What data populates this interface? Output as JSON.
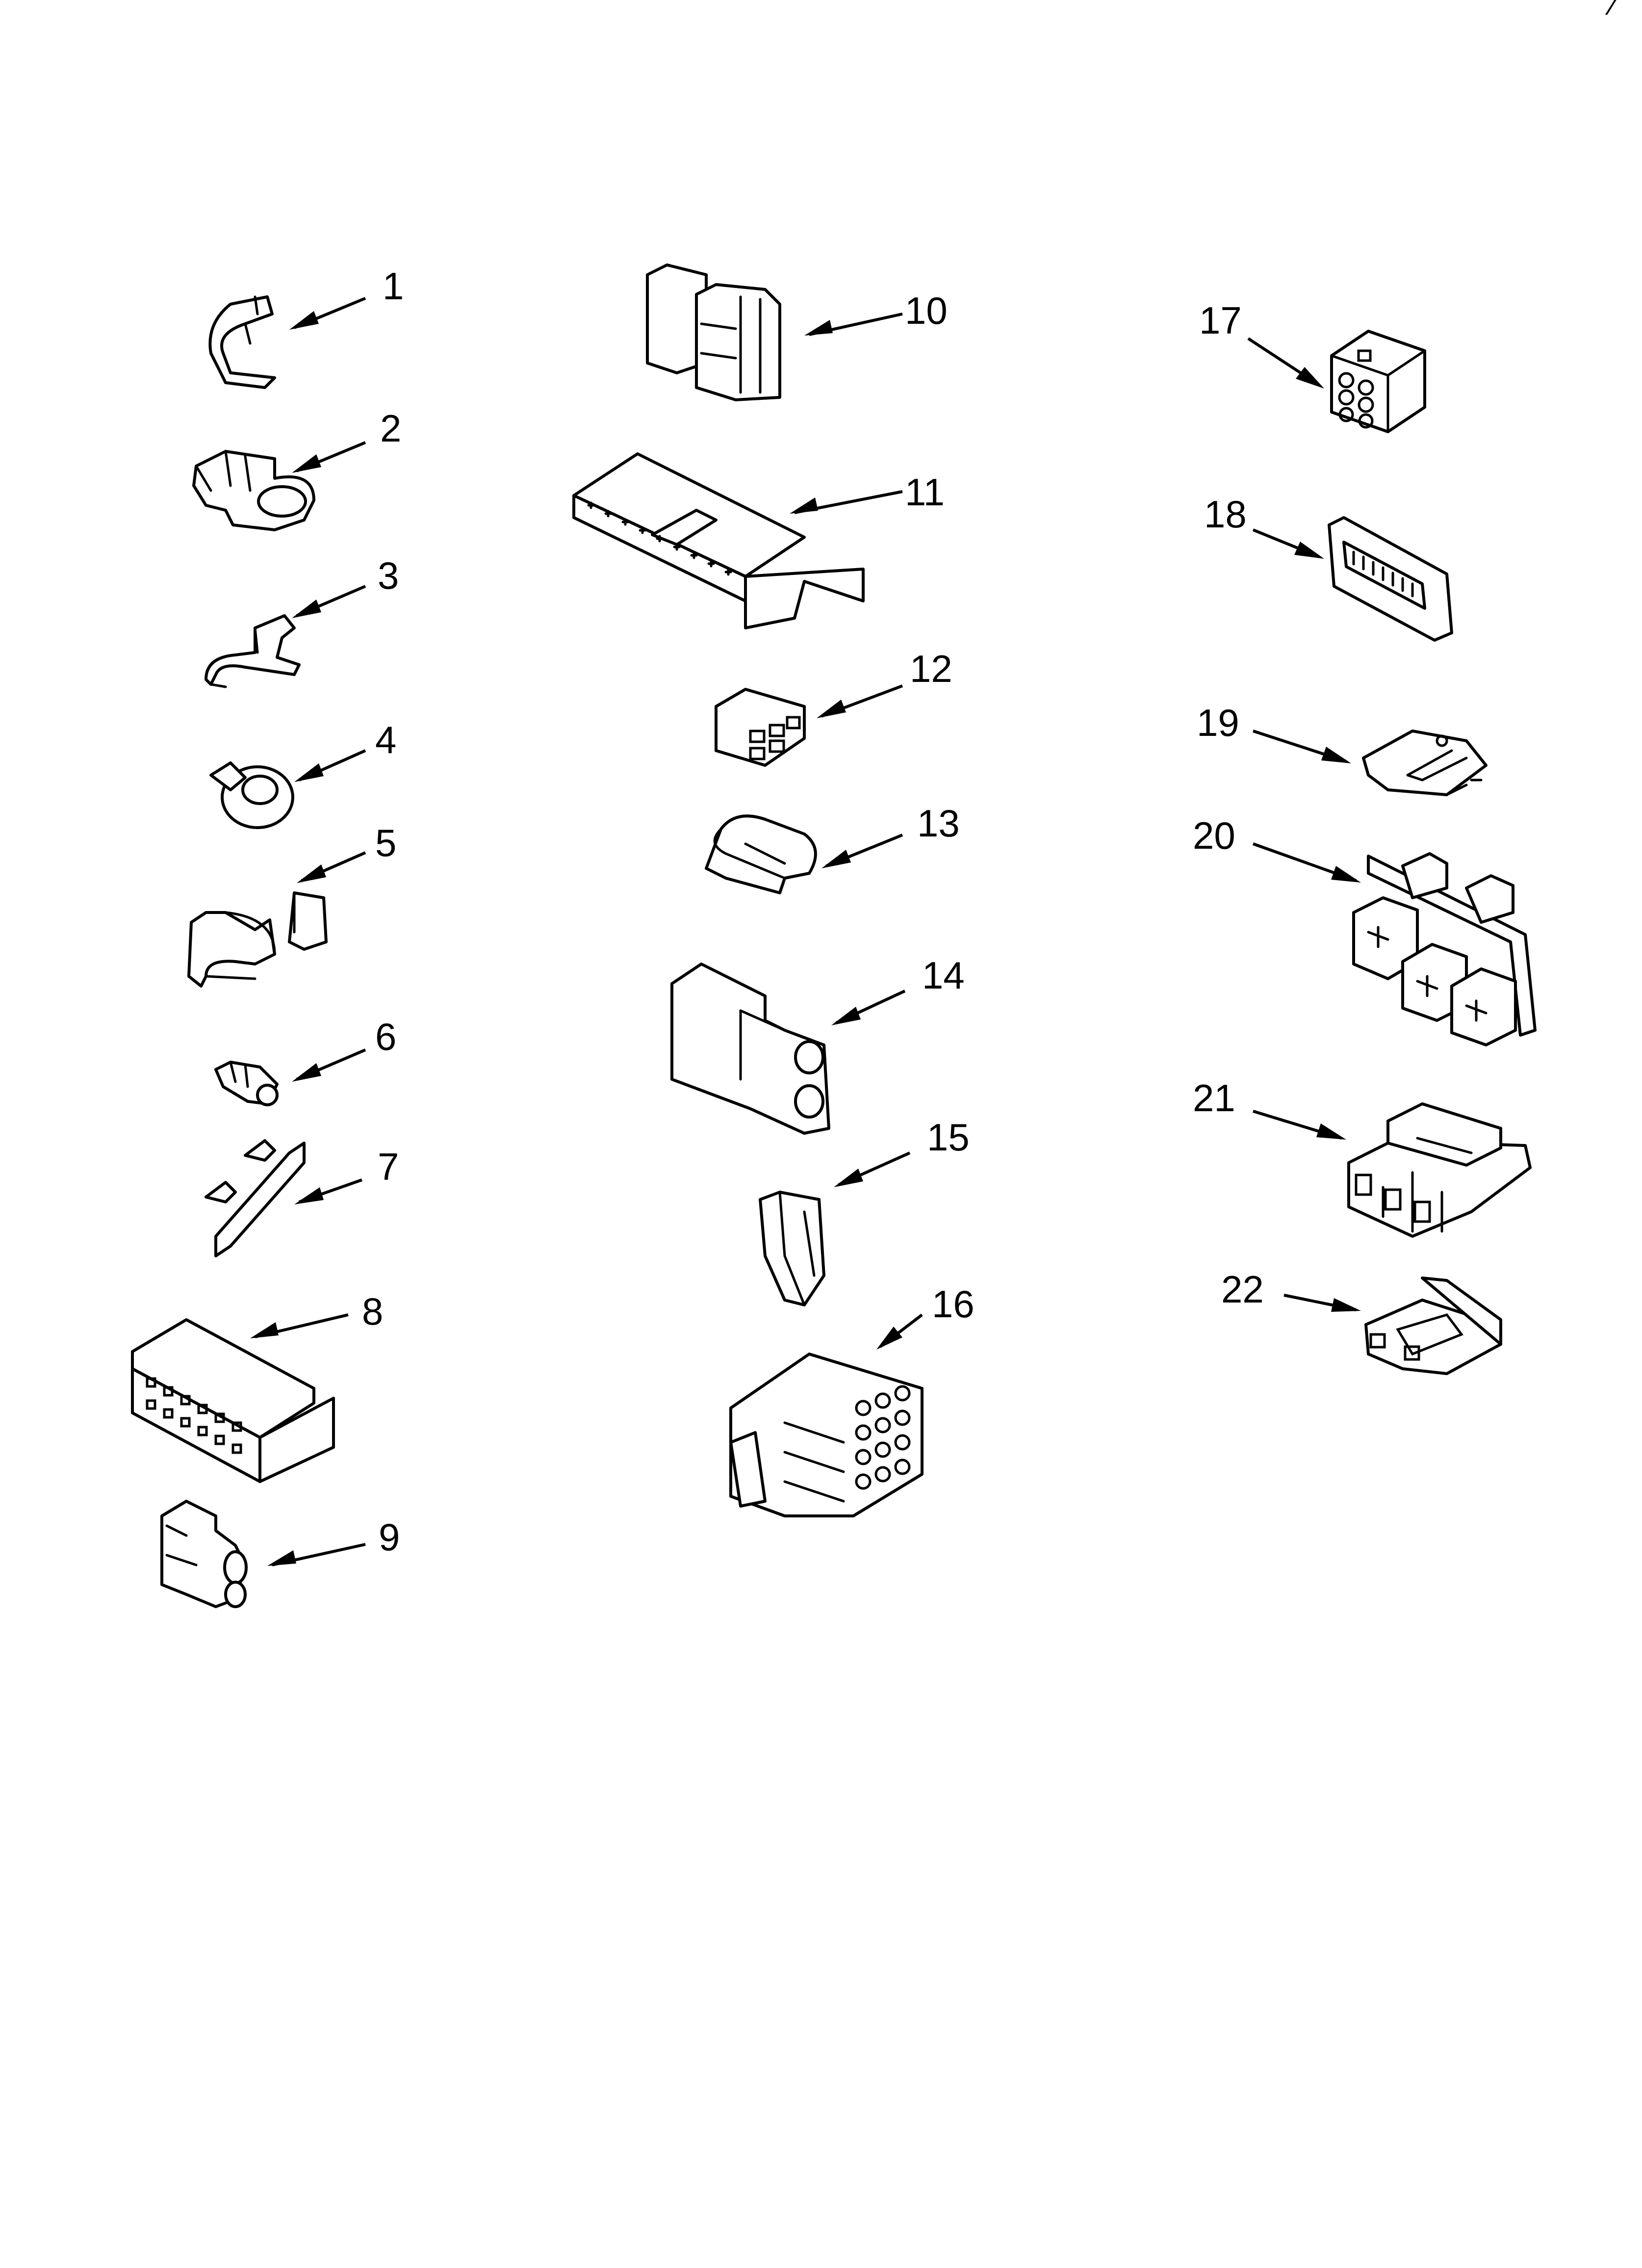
{
  "corner_mark": "⁄",
  "parts": [
    {
      "number": "1",
      "icon": "hose-clip-icon"
    },
    {
      "number": "2",
      "icon": "wire-clip-icon"
    },
    {
      "number": "3",
      "icon": "spring-clip-icon"
    },
    {
      "number": "4",
      "icon": "ring-clip-icon"
    },
    {
      "number": "5",
      "icon": "cable-clamp-icon"
    },
    {
      "number": "6",
      "icon": "push-rivet-icon"
    },
    {
      "number": "7",
      "icon": "retainer-strip-icon"
    },
    {
      "number": "8",
      "icon": "multi-pin-connector-icon"
    },
    {
      "number": "9",
      "icon": "dual-connector-icon"
    },
    {
      "number": "10",
      "icon": "housing-connector-icon"
    },
    {
      "number": "11",
      "icon": "terminal-strip-icon"
    },
    {
      "number": "12",
      "icon": "small-connector-icon"
    },
    {
      "number": "13",
      "icon": "wire-sleeve-icon"
    },
    {
      "number": "14",
      "icon": "two-way-connector-icon"
    },
    {
      "number": "15",
      "icon": "latch-clip-icon"
    },
    {
      "number": "16",
      "icon": "twelve-pin-connector-icon"
    },
    {
      "number": "17",
      "icon": "six-pin-plug-icon"
    },
    {
      "number": "18",
      "icon": "edge-connector-icon"
    },
    {
      "number": "19",
      "icon": "mounting-plate-icon"
    },
    {
      "number": "20",
      "icon": "relay-block-icon"
    },
    {
      "number": "21",
      "icon": "triple-connector-icon"
    },
    {
      "number": "22",
      "icon": "small-housing-icon"
    }
  ]
}
